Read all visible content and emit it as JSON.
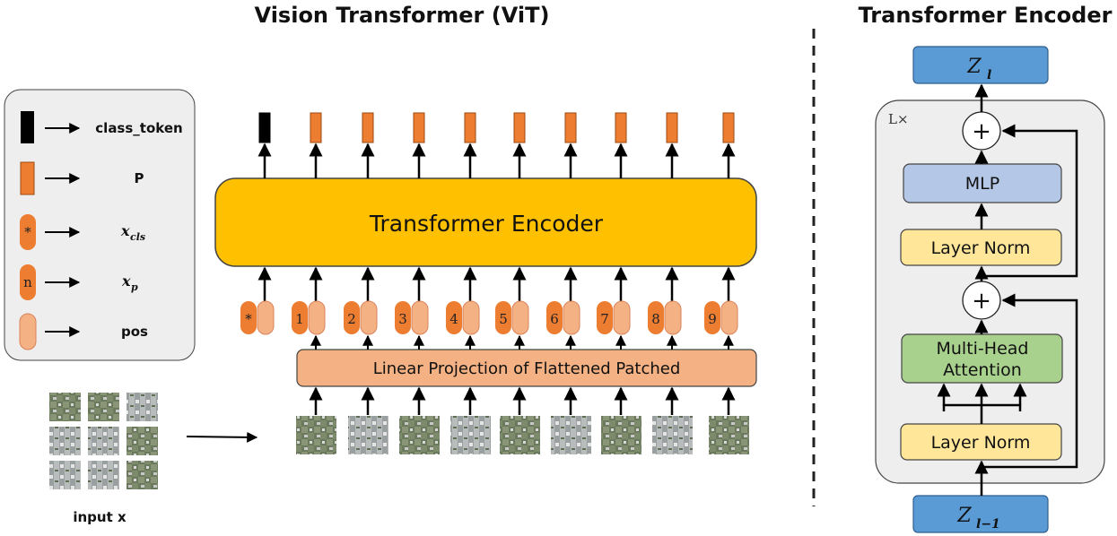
{
  "titles": {
    "vit": "Vision Transformer (ViT)",
    "encoder": "Transformer Encoder"
  },
  "legend": {
    "class_token": "class_token",
    "p": "P",
    "x_cls_base": "x",
    "x_cls_sub": "cls",
    "x_p_base": "x",
    "x_p_sub": "p",
    "pos": "pos",
    "star_symbol": "*",
    "n_symbol": "n"
  },
  "vit": {
    "encoder_label": "Transformer Encoder",
    "projection_label": "Linear Projection of Flattened Patched",
    "input_label": "input  x",
    "cls_symbol": "*",
    "patch_numbers": [
      "1",
      "2",
      "3",
      "4",
      "5",
      "6",
      "7",
      "8",
      "9"
    ]
  },
  "encoder_detail": {
    "output_label_base": "Z",
    "output_label_sub": "l",
    "input_label_base": "Z",
    "input_label_sub": "l−1",
    "repeat_label": "L×",
    "plus_symbol": "+",
    "mlp_label": "MLP",
    "norm_top_label": "Layer Norm",
    "attention_line1": "Multi-Head",
    "attention_line2": "Attention",
    "norm_bottom_label": "Layer Norm"
  },
  "colors": {
    "encoder_yellow": "#ffc000",
    "orange_token": "#ed7d31",
    "pos_pink": "#f4b183",
    "projection": "#f4b183",
    "z_blue": "#5b9bd5",
    "mlp_blue": "#b4c7e7",
    "norm_yellow": "#ffe699",
    "attn_green": "#a9d18e",
    "panel_gray": "#eeeeee"
  }
}
